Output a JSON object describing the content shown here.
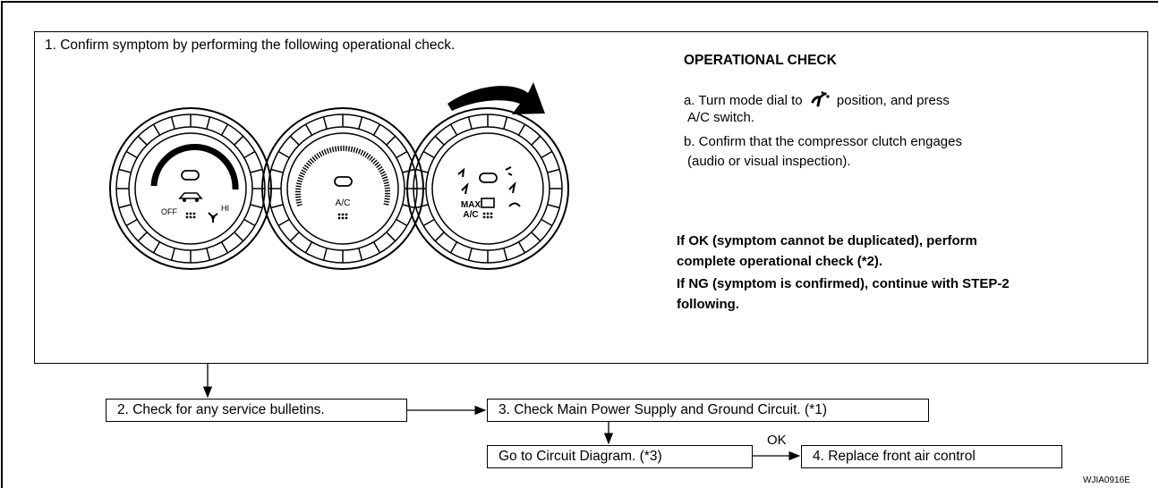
{
  "step1": {
    "title": "1. Confirm symptom by performing the following operational check."
  },
  "operational_check": {
    "heading": "OPERATIONAL CHECK",
    "step_a_part1": "a. Turn mode dial to",
    "step_a_part2": "position, and press",
    "step_a_line2": "A/C switch.",
    "step_b_line1": "b. Confirm that the compressor clutch engages",
    "step_b_line2": "(audio or visual inspection).",
    "mode_icon": "foot-defrost-mode-icon"
  },
  "results": {
    "line1": "If OK (symptom cannot be duplicated), perform",
    "line2": "complete operational check (*2).",
    "line3": "If NG (symptom is confirmed), continue with STEP-2",
    "line4": "following."
  },
  "dials": {
    "temp": {
      "off_label": "OFF",
      "hi_label": "HI"
    },
    "fan": {
      "ac_label": "A/C"
    },
    "mode": {
      "max_label_1": "MAX",
      "max_label_2": "A/C"
    }
  },
  "flow": {
    "step2": "2. Check for any service bulletins.",
    "step3": "3. Check Main Power Supply and Ground Circuit.  (*1)",
    "circuit": "Go to Circuit Diagram.  (*3)",
    "ok_label": "OK",
    "step4": "4.  Replace front air control"
  },
  "figure_id": "WJIA0916E"
}
